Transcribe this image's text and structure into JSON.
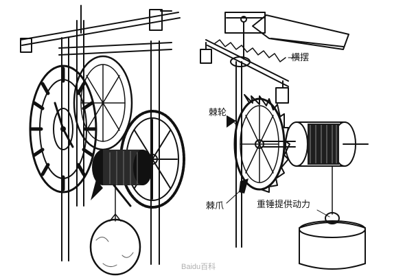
{
  "labels": {
    "verge_foliot": "横摆",
    "ratchet_wheel": "棘轮",
    "pawl": "棘爪",
    "weight_power": "重锤提供动力"
  },
  "watermark": {
    "text": "Baidu百科"
  },
  "colors": {
    "ink": "#111111",
    "background": "#ffffff",
    "watermark": "#b0b0b0"
  }
}
